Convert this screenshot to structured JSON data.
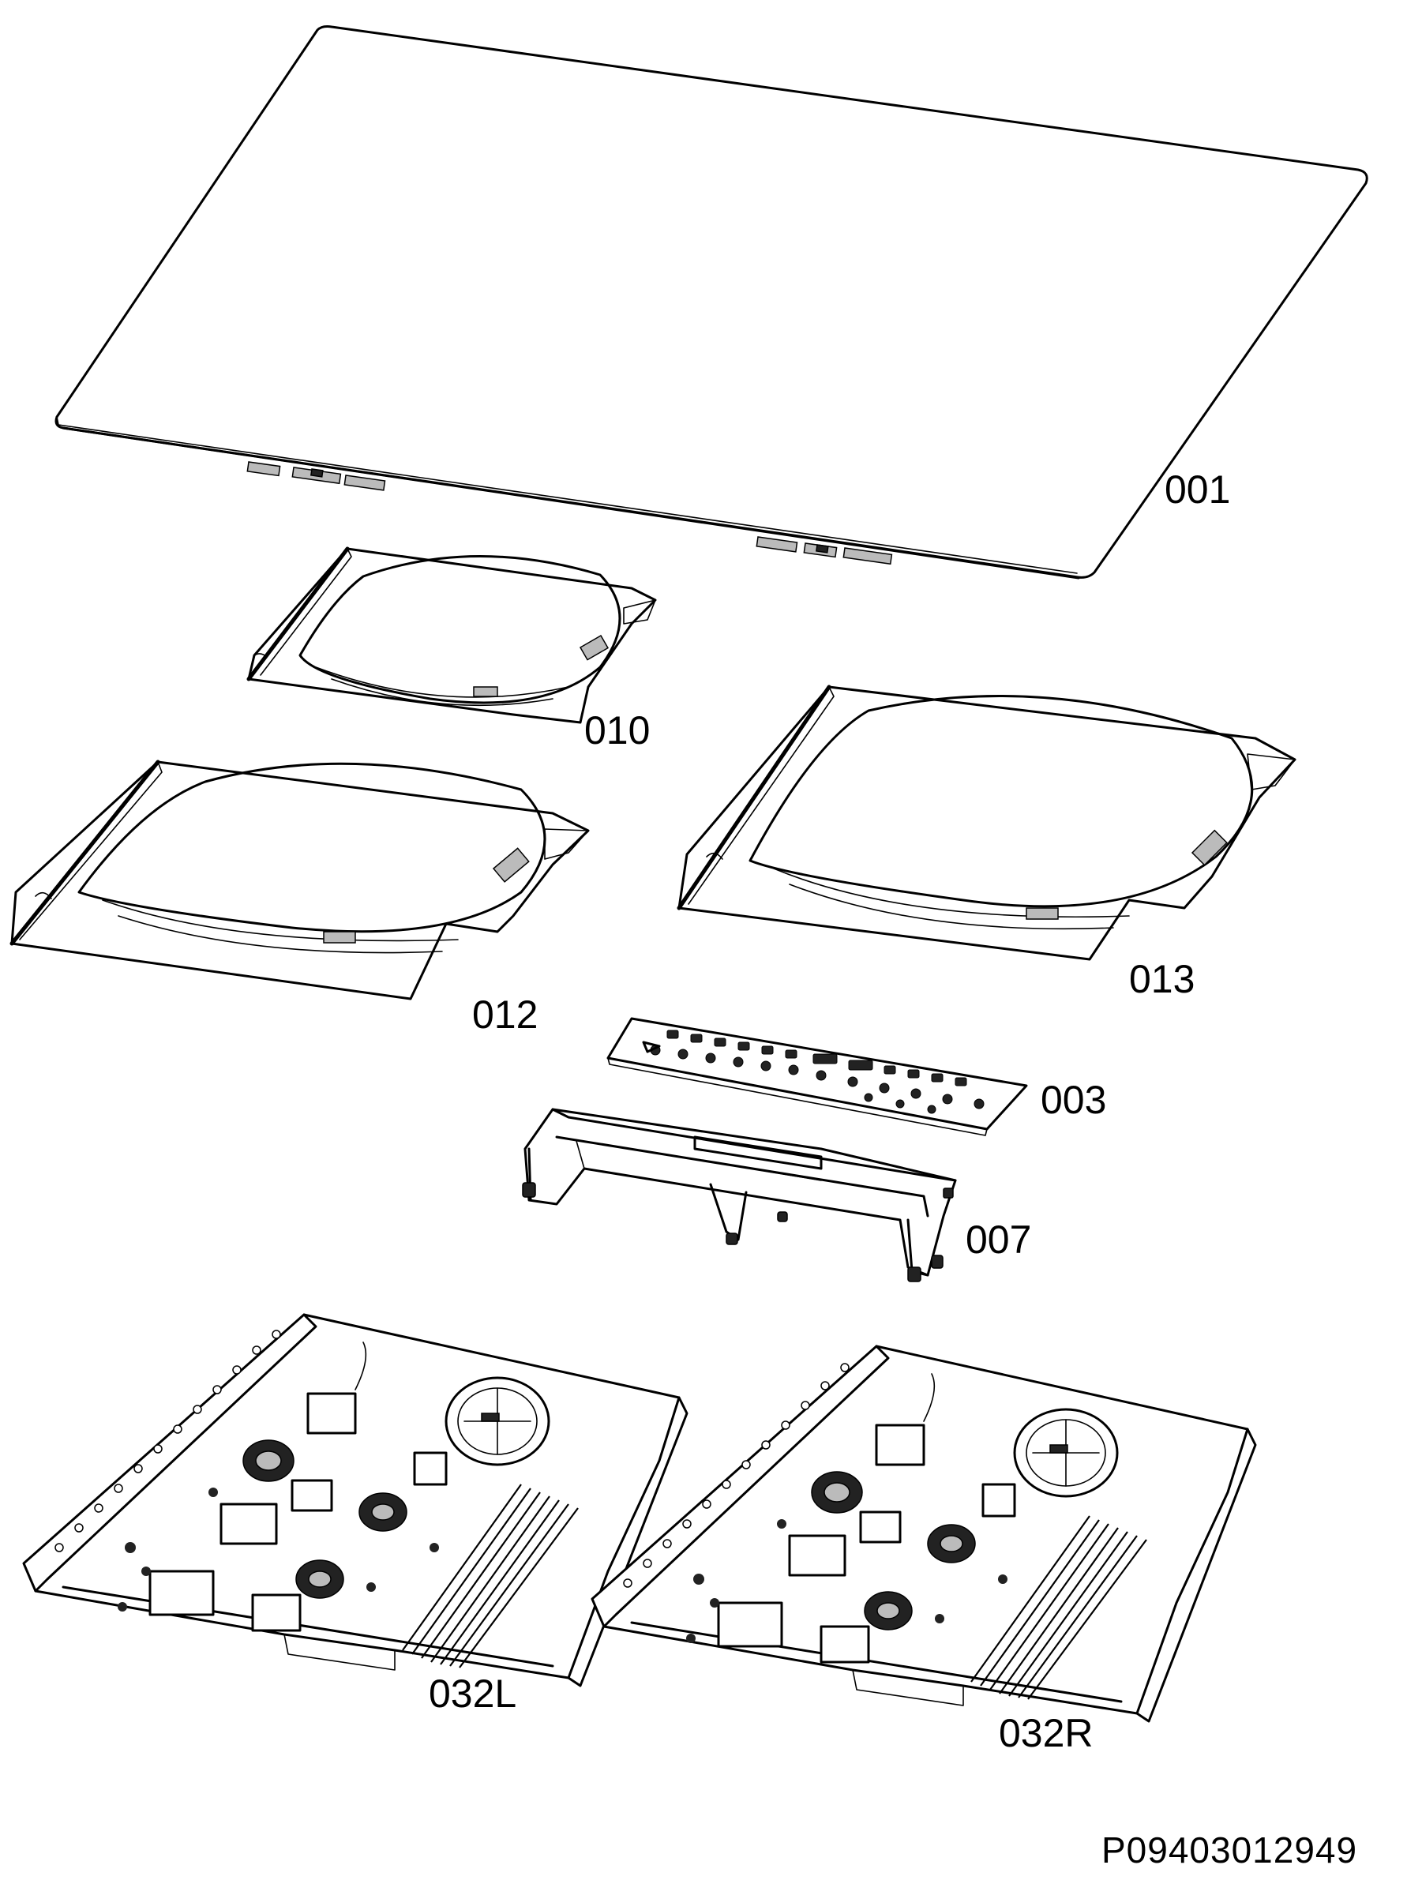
{
  "diagram": {
    "background": "#ffffff",
    "line_color": "#000000",
    "parts": [
      {
        "id": "001",
        "label": "001"
      },
      {
        "id": "010",
        "label": "010"
      },
      {
        "id": "012",
        "label": "012"
      },
      {
        "id": "013",
        "label": "013"
      },
      {
        "id": "003",
        "label": "003"
      },
      {
        "id": "007",
        "label": "007"
      },
      {
        "id": "032L",
        "label": "032L"
      },
      {
        "id": "032R",
        "label": "032R"
      }
    ],
    "document_id": "P09403012949"
  }
}
